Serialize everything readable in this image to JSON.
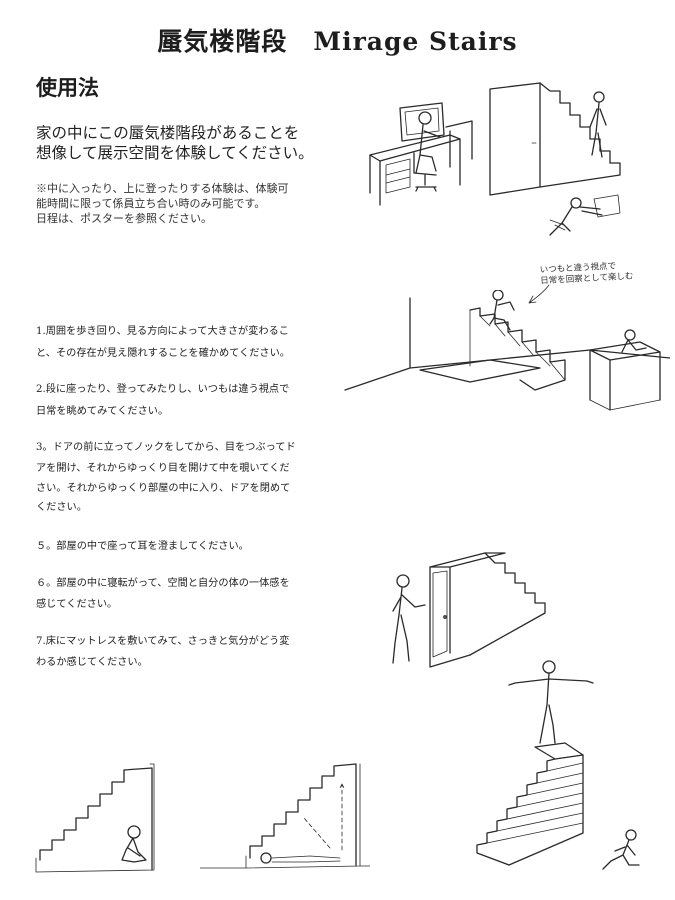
{
  "title": "蜃気楼階段　Mirage Stairs",
  "usage_heading": "使用法",
  "intro": {
    "line1": "家の中にこの蜃気楼階段があることを",
    "line2": "想像して展示空間を体験してください。"
  },
  "note": {
    "line1": "※中に入ったり、上に登ったりする体験は、体験可",
    "line2": "能時間に限って係員立ち合い時のみ可能です。",
    "line3": "日程は、ポスターを参照ください。"
  },
  "handwritten_note": {
    "line1": "いつもと違う視点で",
    "line2": "日常を回察として楽しむ"
  },
  "steps": [
    {
      "lines": [
        "1.周囲を歩き回り、見る方向によって大きさが変わるこ",
        "と、その存在が見え隠れすることを確かめてください。"
      ]
    },
    {
      "lines": [
        "2.段に座ったり、登ってみたりし、いつもは違う視点で",
        "日常を眺めてみてください。"
      ]
    },
    {
      "lines": [
        "3。ドアの前に立ってノックをしてから、目をつぶってド",
        "アを開け、それからゆっくり目を開けて中を覗いてくだ",
        "さい。それからゆっくり部屋の中に入り、ドアを閉めて",
        "ください。"
      ]
    },
    {
      "lines": [
        "５。部屋の中で座って耳を澄ましてください。"
      ]
    },
    {
      "lines": [
        "６。部屋の中に寝転がって、空間と自分の体の一体感を",
        "感じてください。"
      ]
    },
    {
      "lines": [
        "7.床にマットレスを敷いてみて、さっきと気分がどう変",
        "わるか感じてください。"
      ]
    }
  ],
  "illustrations": {
    "office": "office-stair-sketch",
    "platform": "platform-stair-sketch",
    "door": "door-stair-sketch",
    "standing": "standing-figure-sketch",
    "sitting": "sitting-inside-sketch",
    "lying": "lying-inside-sketch",
    "small": "small-sitting-figure"
  }
}
